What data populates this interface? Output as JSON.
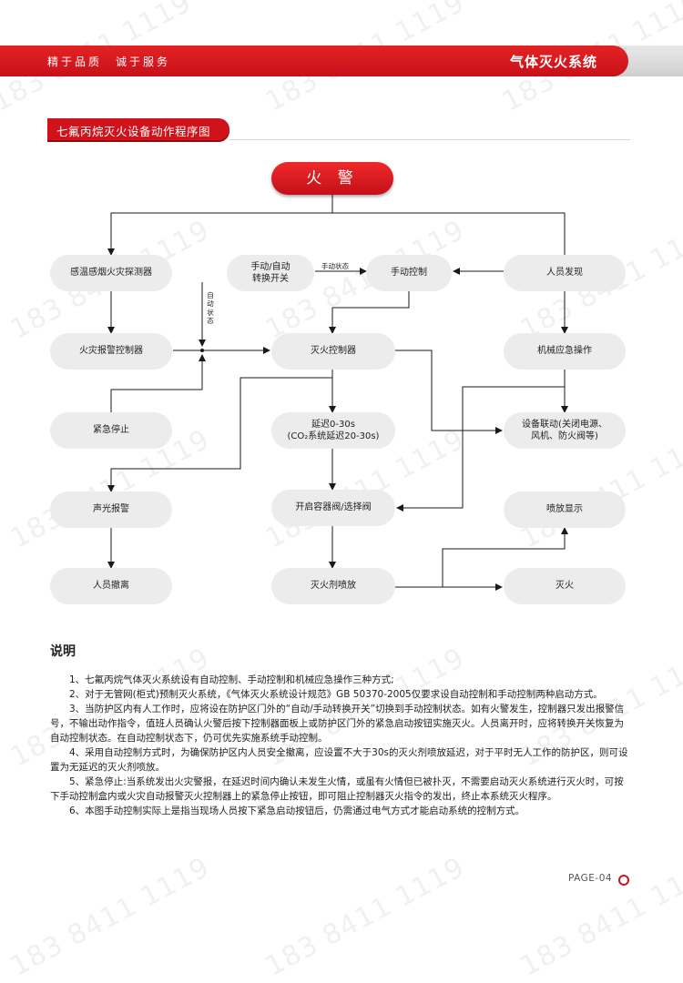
{
  "header": {
    "slogan": "精于品质　诚于服务",
    "title": "气体灭火系统"
  },
  "section": {
    "title": "七氟丙烷灭火设备动作程序图"
  },
  "watermark": "183 8411 1119",
  "flowchart": {
    "nodes": {
      "fire_alarm": "火 警",
      "smoke_detector": "感温感烟火灾探测器",
      "manual_auto_switch": "手动/自动\n转换开关",
      "manual_control": "手动控制",
      "person_found": "人员发现",
      "alarm_controller": "火灾报警控制器",
      "extinguish_controller": "灭火控制器",
      "mechanical_emergency": "机械应急操作",
      "emergency_stop": "紧急停止",
      "delay": "延迟0-30s\n(CO₂系统延迟20-30s)",
      "equipment_linkage": "设备联动(关闭电源、\n风机、防火阀等)",
      "sound_light_alarm": "声光报警",
      "open_valve": "开启容器阀/选择阀",
      "discharge_display": "喷放显示",
      "evacuate": "人员撤离",
      "agent_discharge": "灭火剂喷放",
      "extinguished": "灭火"
    },
    "edge_labels": {
      "manual_state": "手动状态",
      "auto_state": "自动状态"
    }
  },
  "notes": {
    "title": "说明",
    "items": [
      "1、七氟丙烷气体灭火系统设有自动控制、手动控制和机械应急操作三种方式;",
      "2、对于无管网(柜式)预制灭火系统，《气体灭火系统设计规范》GB 50370-2005仅要求设自动控制和手动控制两种启动方式。",
      "3、当防护区内有人工作时，应将设在防护区门外的“自动/手动转换开关”切换到手动控制状态。如有火警发生，控制器只发出报警信号，不输出动作指令，值班人员确认火警后按下控制器面板上或防护区门外的紧急启动按钮实施灭火。人员离开时，应将转换开关恢复为自动控制状态。在自动控制状态下，仍可优先实施系统手动控制。",
      "4、采用自动控制方式时，为确保防护区内人员安全撤离，应设置不大于30s的灭火剂喷放延迟，对于平时无人工作的防护区，则可设置为无延迟的灭火剂喷放。",
      "5、紧急停止:当系统发出火灾警报，在延迟时间内确认未发生火情，或虽有火情但已被扑灭，不需要启动灭火系统进行灭火时，可按下手动控制盒内或火灾自动报警灭火控制器上的紧急停止按钮，即可阻止控制器灭火指令的发出，终止本系统灭火程序。",
      "6、本图手动控制实际上是指当现场人员按下紧急启动按钮后，仍需通过电气方式才能启动系统的控制方式。"
    ]
  },
  "footer": {
    "page": "PAGE-04"
  },
  "colors": {
    "brand_red": "#d0121b",
    "node_gray": "#ececec"
  }
}
